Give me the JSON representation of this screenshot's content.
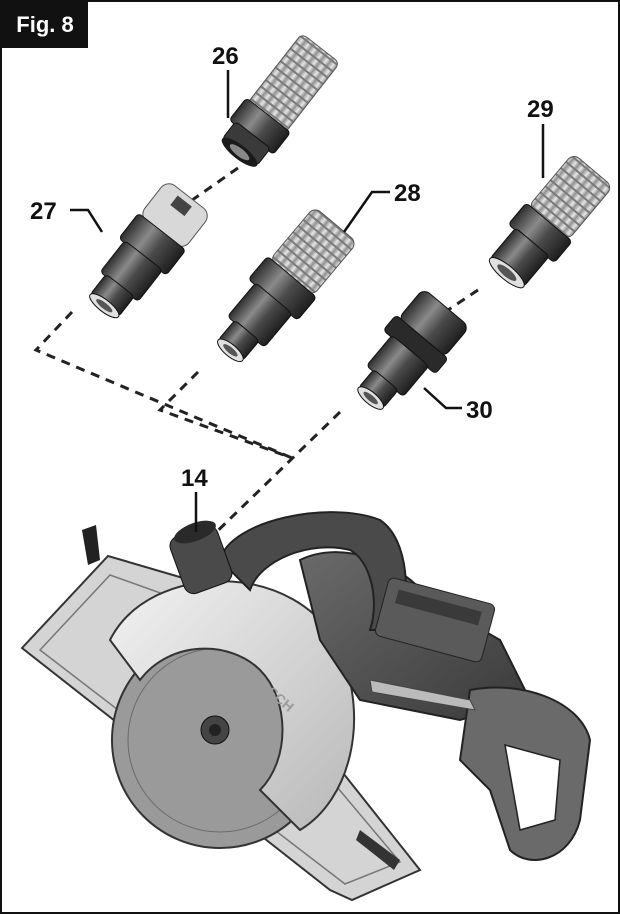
{
  "figure": {
    "label": "Fig. 8"
  },
  "callouts": {
    "c26": "26",
    "c27": "27",
    "c28": "28",
    "c29": "29",
    "c30": "30",
    "c14": "14"
  },
  "saw_brand": "BOSCH"
}
